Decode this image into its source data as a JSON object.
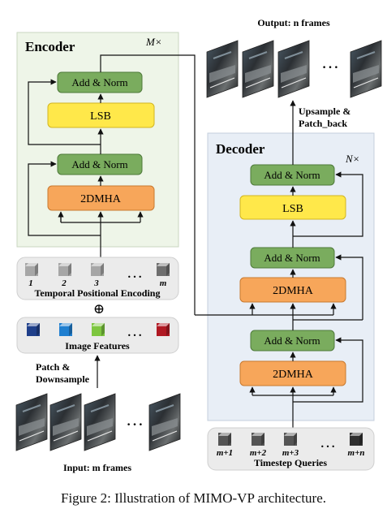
{
  "encoder": {
    "title": "Encoder",
    "repeat": "M×",
    "add_norm_top": "Add & Norm",
    "lsb": "LSB",
    "add_norm_bottom": "Add & Norm",
    "mha": "2DMHA"
  },
  "decoder": {
    "title": "Decoder",
    "repeat": "N×",
    "add_norm_1": "Add & Norm",
    "lsb": "LSB",
    "add_norm_2": "Add & Norm",
    "mha_1": "2DMHA",
    "add_norm_3": "Add & Norm",
    "mha_2": "2DMHA"
  },
  "output_label": "Output: n frames",
  "upsample_label_1": "Upsample &",
  "upsample_label_2": "Patch_back",
  "temporal": {
    "title": "Temporal Positional Encoding",
    "labels": [
      "1",
      "2",
      "3",
      "m"
    ],
    "ellipsis": "…"
  },
  "plus_symbol": "⊕",
  "image_features": {
    "title": "Image Features",
    "ellipsis": "…",
    "colors": [
      "#1f3f8a",
      "#1f7fd0",
      "#7dc63f",
      "#b01822"
    ]
  },
  "patch_label_1": "Patch &",
  "patch_label_2": "Downsample",
  "input_label": "Input: m frames",
  "timestep": {
    "title": "Timestep Queries",
    "labels": [
      "m+1",
      "m+2",
      "m+3",
      "m+n"
    ],
    "ellipsis": "…"
  },
  "frames_ellipsis_top": "…",
  "frames_ellipsis_bottom": "…",
  "caption": "Figure 2: Illustration of MIMO-VP architecture.",
  "colors": {
    "encoder_bg": "#eef5e8",
    "decoder_bg": "#e8eef6",
    "add_norm": "#7aac5e",
    "lsb": "#ffe84a",
    "mha": "#f7a65a",
    "token_panel": "#ebebeb"
  }
}
